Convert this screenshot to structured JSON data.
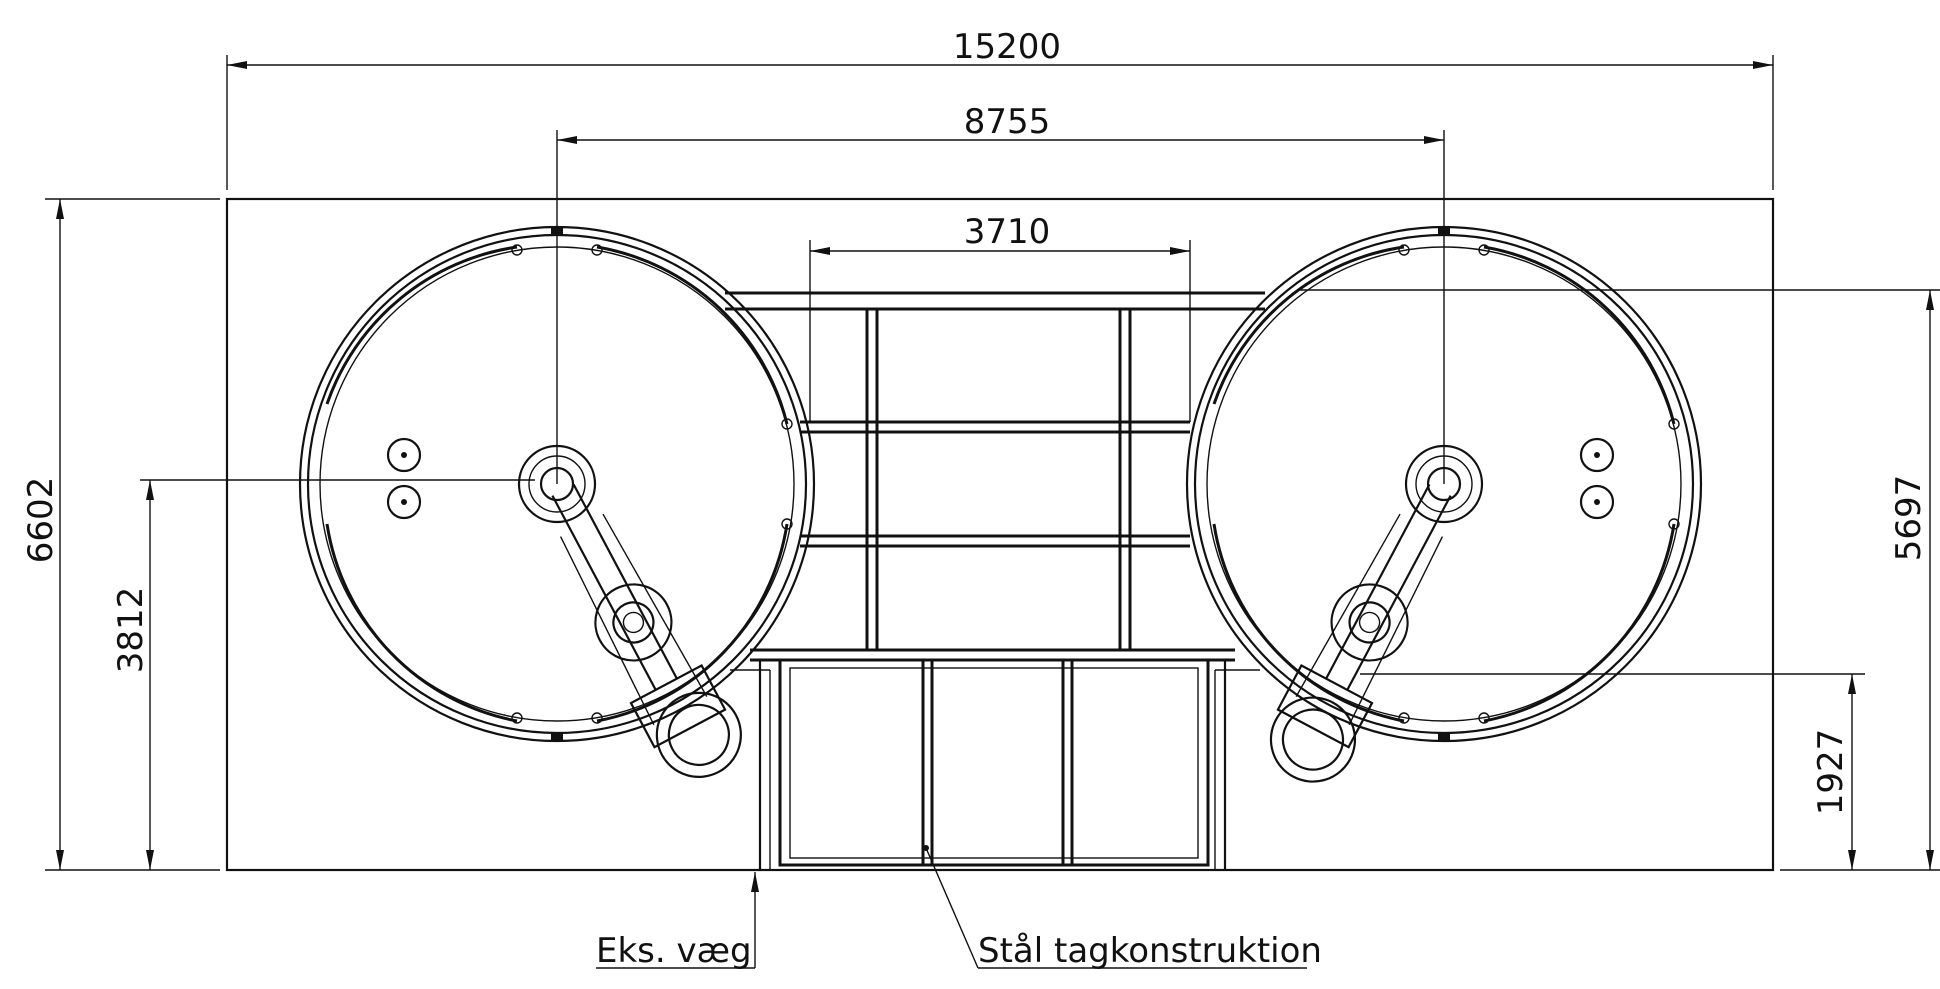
{
  "drawing": {
    "dimensions": {
      "overall_width": "15200",
      "center_distance": "8755",
      "inner_width": "3710",
      "overall_height": "6602",
      "left_center_height": "3812",
      "right_top_height": "5697",
      "right_hub_height": "1927"
    },
    "notes": {
      "exterior_wall": "Eks. væg",
      "steel_roof": "Stål tagkonstruktion"
    }
  }
}
